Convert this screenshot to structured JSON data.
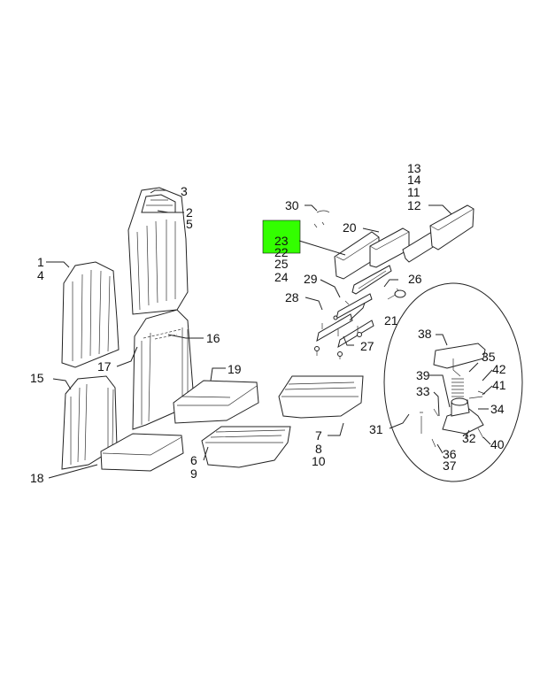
{
  "diagram": {
    "labels": [
      "1",
      "2",
      "3",
      "4",
      "5",
      "6",
      "7",
      "8",
      "9",
      "10",
      "11",
      "12",
      "13",
      "14",
      "15",
      "16",
      "17",
      "18",
      "19",
      "20",
      "21",
      "22",
      "23",
      "24",
      "25",
      "26",
      "27",
      "28",
      "29",
      "30",
      "31",
      "32",
      "33",
      "34",
      "35",
      "36",
      "37",
      "38",
      "39",
      "40",
      "41",
      "42"
    ],
    "highlight_label": "23",
    "highlight_color": "#33ff00"
  },
  "footer": {
    "left_text": "",
    "right_text": ""
  }
}
